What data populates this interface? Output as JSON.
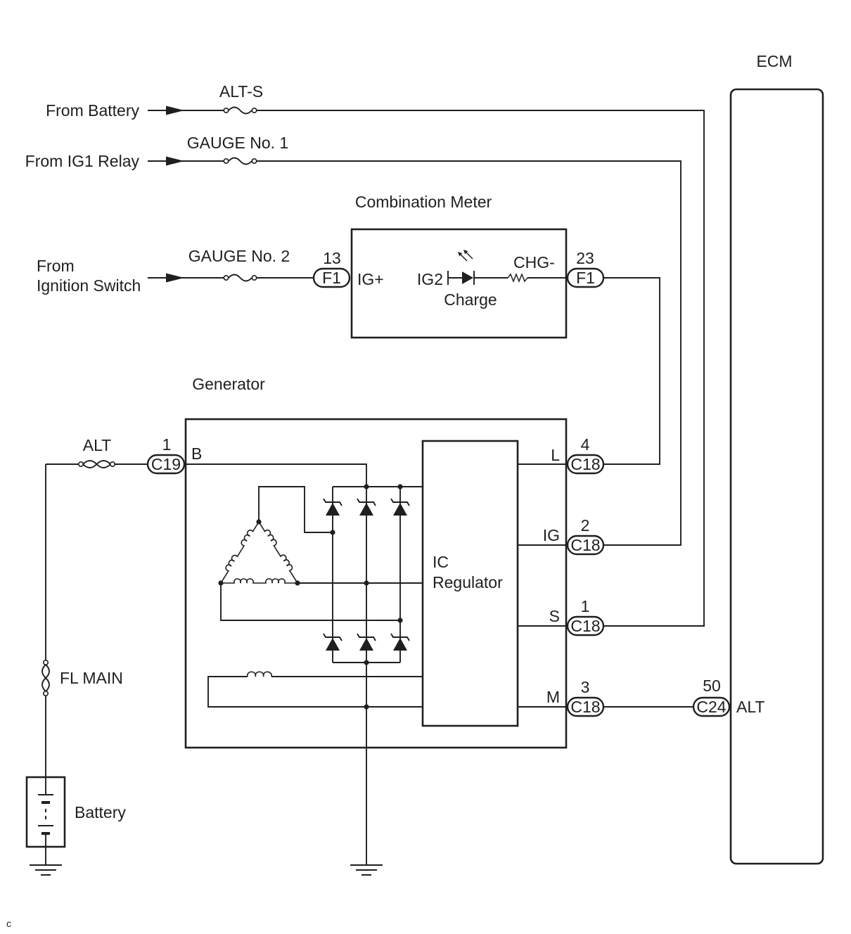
{
  "ecm": {
    "title": "ECM",
    "alt_terminal": {
      "pin": "50",
      "connector": "C24",
      "name": "ALT"
    }
  },
  "feeds": {
    "battery": {
      "label": "From Battery",
      "fuse": "ALT-S"
    },
    "ig1_relay": {
      "label": "From IG1 Relay",
      "fuse": "GAUGE No. 1"
    },
    "ignition_switch": {
      "label_line1": "From",
      "label_line2": "Ignition Switch",
      "fuse": "GAUGE No. 2"
    }
  },
  "combination_meter": {
    "title": "Combination Meter",
    "ig_plus_terminal": {
      "pin": "13",
      "connector": "F1",
      "name": "IG+"
    },
    "chg_terminal": {
      "pin": "23",
      "connector": "F1",
      "name": "CHG-"
    },
    "charge_lamp": {
      "supply": "IG2",
      "name": "Charge"
    }
  },
  "generator": {
    "title": "Generator",
    "regulator": {
      "line1": "IC",
      "line2": "Regulator"
    },
    "terminals": {
      "b": {
        "pin": "1",
        "connector": "C19",
        "name": "B"
      },
      "l": {
        "pin": "4",
        "connector": "C18",
        "name": "L"
      },
      "ig": {
        "pin": "2",
        "connector": "C18",
        "name": "IG"
      },
      "s": {
        "pin": "1",
        "connector": "C18",
        "name": "S"
      },
      "m": {
        "pin": "3",
        "connector": "C18",
        "name": "M"
      }
    }
  },
  "battery_circuit": {
    "alt_fuse": "ALT",
    "main_fuse": "FL MAIN",
    "battery": "Battery"
  },
  "figure_code": "c"
}
